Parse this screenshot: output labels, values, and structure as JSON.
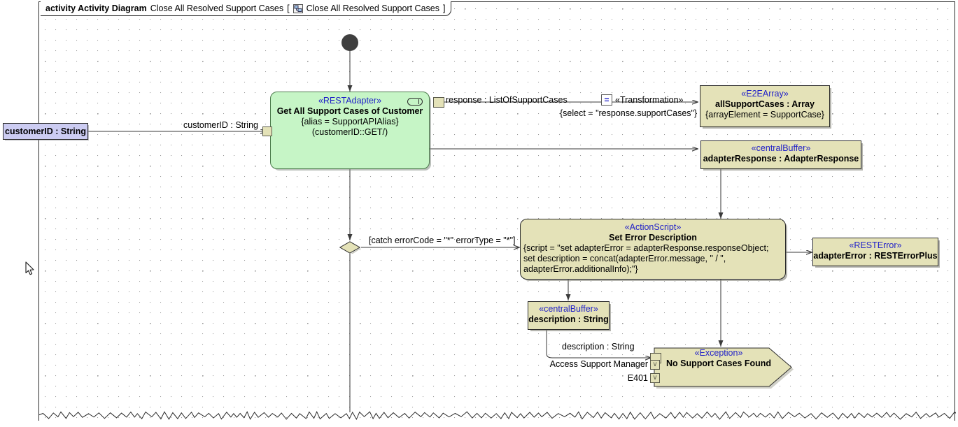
{
  "frame": {
    "keyword": "activity Activity Diagram",
    "name": "Close All Resolved Support Cases",
    "bracket_open": "[",
    "bracket_icon": "activity-diagram-icon",
    "bracket_name": "Close All Resolved Support Cases",
    "bracket_close": "]"
  },
  "colors": {
    "object_fill": "#e4e2b8",
    "action_fill": "#c6f5c6",
    "parameter_fill": "#ccccf2",
    "stereotype_text": "#1f1fc8",
    "border": "#2b2b2b",
    "initial_node": "#3f3f3f"
  },
  "nodes": {
    "initial": {
      "name": "initial-node"
    },
    "input_parameter": {
      "label": "customerID : String"
    },
    "rest_adapter": {
      "stereotype": "«RESTAdapter»",
      "name": "Get All Support Cases of Customer",
      "property1": "{alias = SupportAPIAlias}",
      "property2": "(customerID::GET/)",
      "icon": "adapter-pill-icon"
    },
    "e2e_array": {
      "stereotype": "«E2EArray»",
      "name": "allSupportCases : Array",
      "property1": "{arrayElement = SupportCase}"
    },
    "central_buffer_response": {
      "stereotype": "«centralBuffer»",
      "name": "adapterResponse : AdapterResponse"
    },
    "action_script": {
      "stereotype": "«ActionScript»",
      "name": "Set Error Description",
      "script_line1": "{script = \"set adapterError = adapterResponse.responseObject;",
      "script_line2": "set description = concat(adapterError.message, \" / \",",
      "script_line3": "adapterError.additionalInfo);\"}"
    },
    "rest_error": {
      "stereotype": "«RESTError»",
      "name": "adapterError : RESTErrorPlus"
    },
    "central_buffer_description": {
      "stereotype": "«centralBuffer»",
      "name": "description : String"
    },
    "exception": {
      "stereotype": "«Exception»",
      "name": "No Support Cases Found"
    },
    "decision": {
      "name": "decision-node"
    }
  },
  "edges": {
    "customer_id_flow": "customerID : String",
    "response_flow": "response : ListOfSupportCases",
    "transformation_stereotype": "«Transformation»",
    "transformation_icon": "=",
    "transformation_select": "{select = \"response.supportCases\"}",
    "catch_guard": "[catch errorCode = \"*\" errorType = \"*\"]",
    "description_flow": "description : String"
  },
  "exception_pins": [
    {
      "label": "",
      "chevron": false
    },
    {
      "label": "Access Support Manager",
      "chevron": true
    },
    {
      "label": "E401",
      "chevron": true
    }
  ]
}
